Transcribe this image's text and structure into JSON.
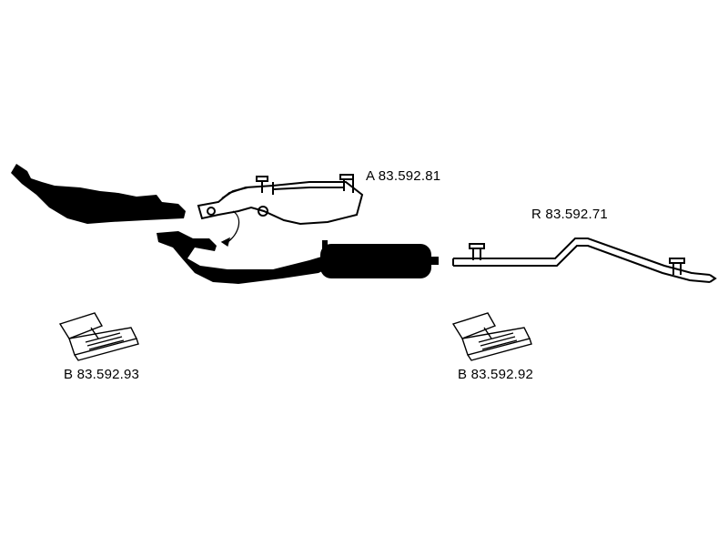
{
  "labels": {
    "a": "A 83.592.81",
    "r": "R 83.592.71",
    "b1": "B 83.592.93",
    "b2": "B 83.592.92"
  },
  "colors": {
    "ink": "#000000",
    "paper": "#ffffff"
  }
}
